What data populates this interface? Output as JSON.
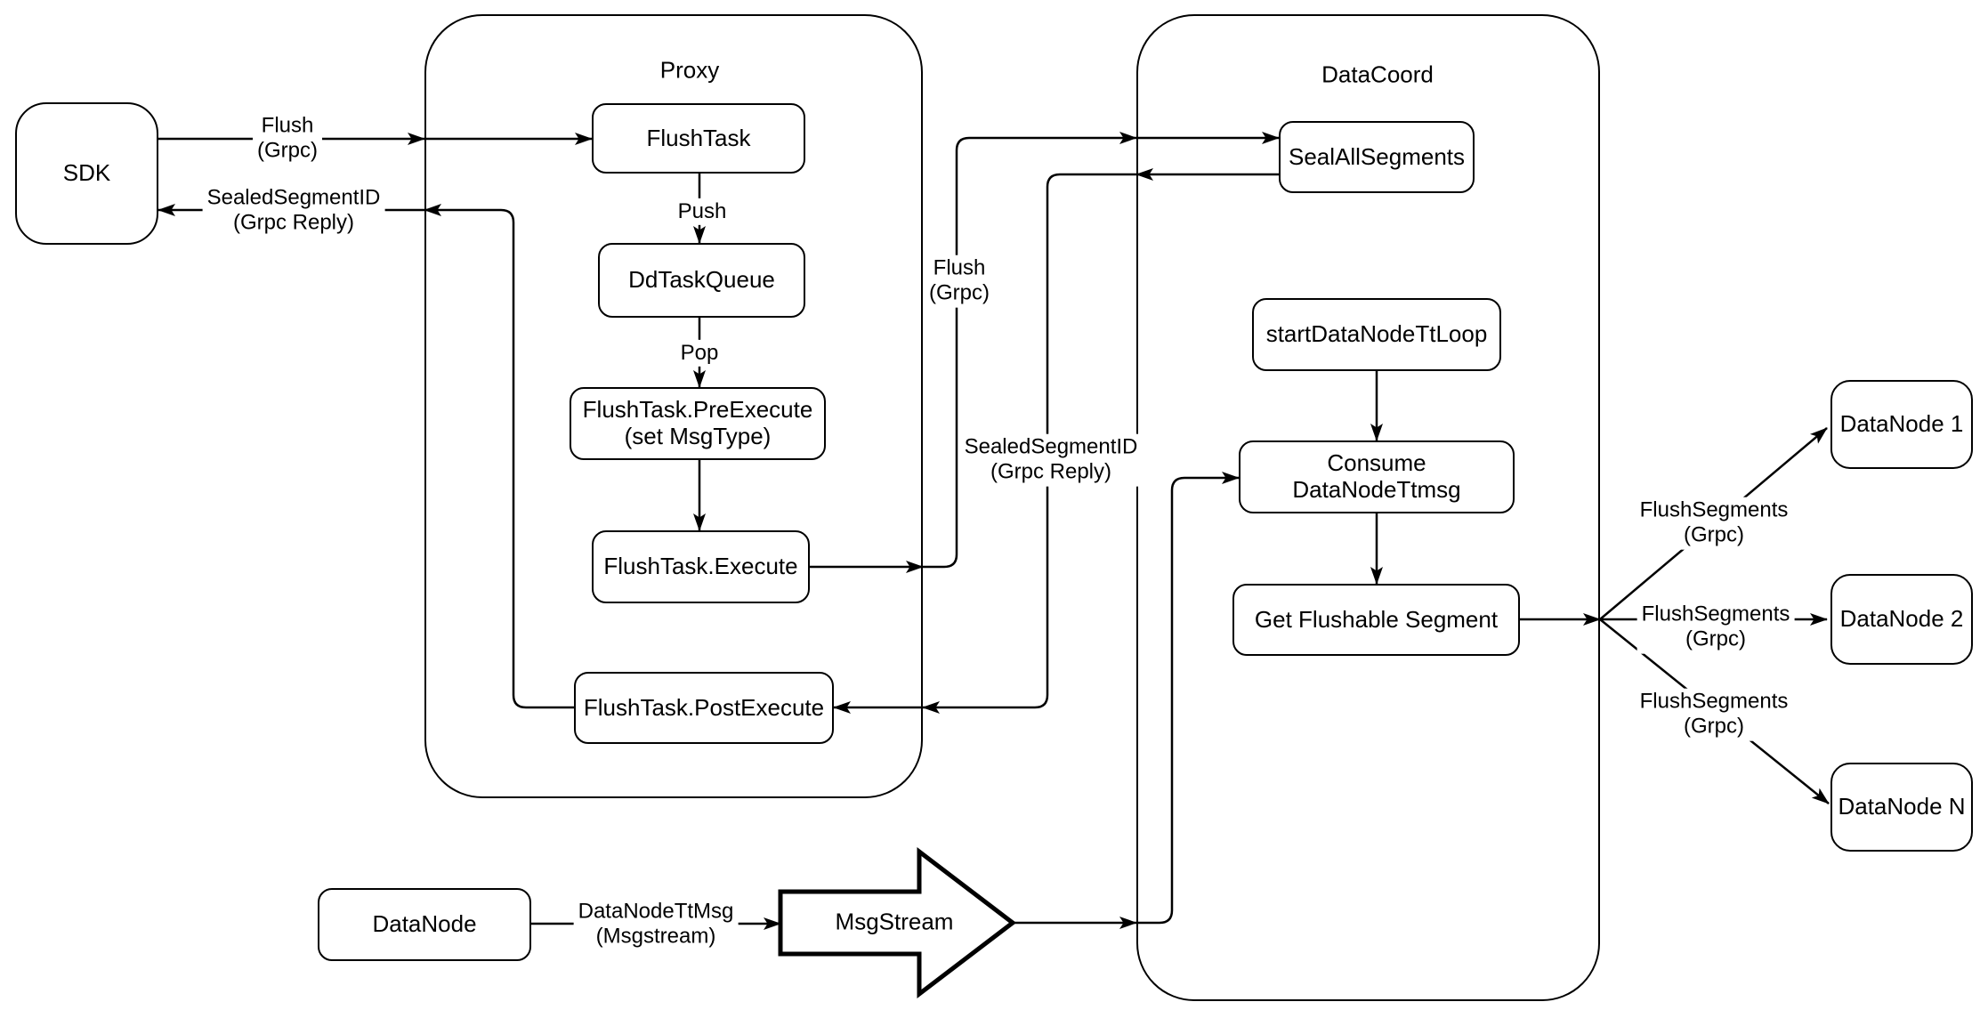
{
  "containers": {
    "proxy": {
      "title": "Proxy"
    },
    "datacoord": {
      "title": "DataCoord"
    }
  },
  "nodes": {
    "sdk": "SDK",
    "flush_task": "FlushTask",
    "dd_task_queue": "DdTaskQueue",
    "pre_execute": "FlushTask.PreExecute\n(set MsgType)",
    "execute": "FlushTask.Execute",
    "post_execute": "FlushTask.PostExecute",
    "seal_all_segments": "SealAllSegments",
    "start_datanode_tt_loop": "startDataNodeTtLoop",
    "consume_datanode_ttmsg": "Consume DataNodeTtmsg",
    "get_flushable_segment": "Get Flushable Segment",
    "datanode_1": "DataNode 1",
    "datanode_2": "DataNode 2",
    "datanode_n": "DataNode N",
    "datanode": "DataNode",
    "msgstream": "MsgStream"
  },
  "edge_labels": {
    "flush_grpc_sdk": "Flush\n(Grpc)",
    "sealed_segment_id_sdk": "SealedSegmentID\n(Grpc Reply)",
    "push": "Push",
    "pop": "Pop",
    "flush_grpc_mid": "Flush\n(Grpc)",
    "sealed_segment_id_mid": "SealedSegmentID\n(Grpc Reply)",
    "flush_segments_1": "FlushSegments\n(Grpc)",
    "flush_segments_2": "FlushSegments\n(Grpc)",
    "flush_segments_3": "FlushSegments\n(Grpc)",
    "datanode_tt_msg": "DataNodeTtMsg\n(Msgstream)"
  },
  "colors": {
    "stroke": "#000000",
    "background": "#ffffff"
  }
}
